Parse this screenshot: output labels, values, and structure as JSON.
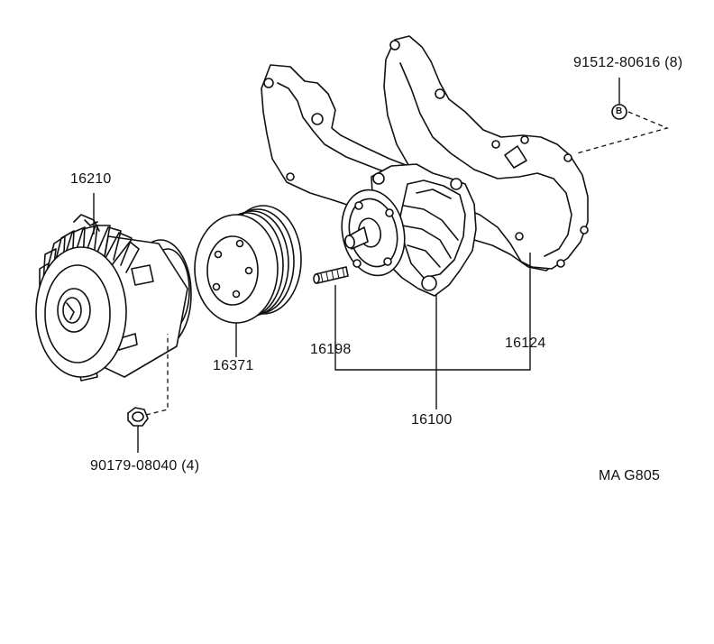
{
  "labels": {
    "fan_clutch": "16210",
    "pulley": "16371",
    "stud": "16198",
    "water_pump": "16100",
    "gasket": "16124",
    "bolt_right": "91512-80616 (8)",
    "nut_left": "90179-08040 (4)",
    "diagram_code": "MA G805",
    "callout_letter": "B"
  }
}
